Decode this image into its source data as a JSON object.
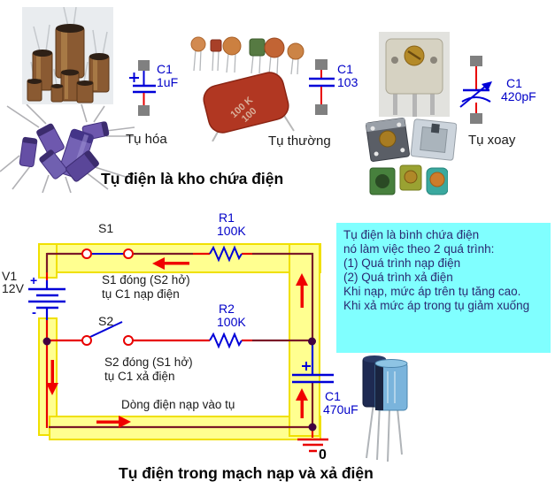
{
  "titles": {
    "top": "Tụ điện là kho chứa điện",
    "bottom": "Tụ điện trong mạch nạp và xả điện"
  },
  "capacitor_types": {
    "electrolytic_label": "Tụ hóa",
    "film_label": "Tụ thường",
    "variable_label": "Tụ xoay"
  },
  "symbols": {
    "electrolytic": {
      "ref": "C1",
      "value": "1uF"
    },
    "film": {
      "ref": "C1",
      "value": "103"
    },
    "variable": {
      "ref": "C1",
      "value": "420pF"
    }
  },
  "film_cap_marking": {
    "line1": "100 K",
    "line2": "100"
  },
  "circuit": {
    "source": {
      "ref": "V1",
      "value": "12V",
      "plus": "+",
      "minus": "-"
    },
    "switch1": "S1",
    "switch2": "S2",
    "resistor1": {
      "ref": "R1",
      "value": "100K"
    },
    "resistor2": {
      "ref": "R2",
      "value": "100K"
    },
    "capacitor": {
      "ref": "C1",
      "value": "470uF"
    },
    "ground_label": "0",
    "notes": {
      "charge1": "S1 đóng (S2 hở)",
      "charge2": "tụ C1 nạp điện",
      "discharge1": "S2 đóng (S1 hở)",
      "discharge2": "tụ C1 xả điện",
      "current": "Dòng điện nạp vào tụ"
    }
  },
  "info_box": {
    "lines": [
      "Tụ điện là bình chứa điện",
      "nó làm việc theo 2 quá trình:",
      "",
      "(1) Quá trình nạp điện",
      "(2) Quá trình xả điện",
      "",
      "Khi nạp, mức áp trên tụ tăng cao.",
      "Khi xả mức áp trong tụ giảm xuống"
    ]
  },
  "colors": {
    "info_box_bg": "#80FFFF",
    "info_box_text": "#2A2A72",
    "highlight_fill": "#FFFF90",
    "highlight_edge": "#F0E000",
    "wire_dark": "#7A1A28",
    "wire_red": "#E80000",
    "component_blue": "#0000D8",
    "label_blue": "#0000C8",
    "terminal_gray": "#808080",
    "junction_dot": "#400040"
  }
}
